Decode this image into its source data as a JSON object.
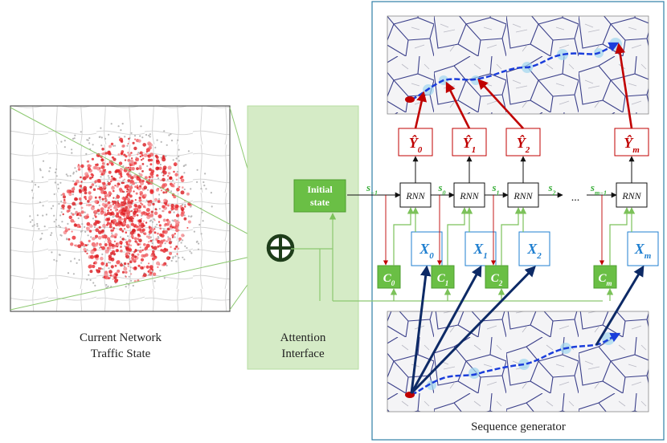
{
  "left_panel": {
    "caption_line1": "Current Network",
    "caption_line2": "Traffic State"
  },
  "attention": {
    "caption_line1": "Attention",
    "caption_line2": "Interface",
    "combine_symbol": "⊕"
  },
  "generator": {
    "caption": "Sequence generator",
    "initial_state_line1": "Initial",
    "initial_state_line2": "state",
    "rnn_label": "RNN",
    "ellipsis": "...",
    "states": [
      {
        "base": "s",
        "sub": "−1"
      },
      {
        "base": "s",
        "sub": "0"
      },
      {
        "base": "s",
        "sub": "1"
      },
      {
        "base": "s",
        "sub": "2"
      },
      {
        "base": "s",
        "sub": "m−1"
      }
    ],
    "outputs": [
      {
        "base": "Ŷ",
        "sub": "0"
      },
      {
        "base": "Ŷ",
        "sub": "1"
      },
      {
        "base": "Ŷ",
        "sub": "2"
      },
      {
        "base": "Ŷ",
        "sub": "m"
      }
    ],
    "inputs": [
      {
        "base": "X",
        "sub": "0"
      },
      {
        "base": "X",
        "sub": "1"
      },
      {
        "base": "X",
        "sub": "2"
      },
      {
        "base": "X",
        "sub": "m"
      }
    ],
    "contexts": [
      {
        "base": "C",
        "sub": "0"
      },
      {
        "base": "C",
        "sub": "1"
      },
      {
        "base": "C",
        "sub": "2"
      },
      {
        "base": "C",
        "sub": "m"
      }
    ]
  },
  "colors": {
    "green_fill": "#6abf45",
    "green_panel": "#d5ebc6",
    "green_line": "#8cc870",
    "red": "#c00000",
    "blue_text": "#1f7fd0",
    "dark_navy": "#0d2a66",
    "teal_border": "#2e7ea6",
    "trajectory": "#1a3ddb"
  }
}
